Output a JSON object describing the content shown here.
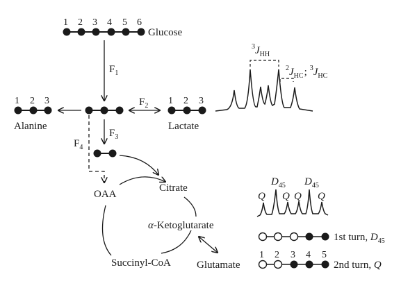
{
  "glucose": {
    "label": "Glucose",
    "carbon_numbers": [
      "1",
      "2",
      "3",
      "4",
      "5",
      "6"
    ]
  },
  "alanine": {
    "label": "Alanine",
    "carbon_numbers": [
      "1",
      "2",
      "3"
    ]
  },
  "lactate": {
    "label": "Lactate",
    "carbon_numbers": [
      "1",
      "2",
      "3"
    ]
  },
  "flux": {
    "f1": "F",
    "f1_sub": "1",
    "f2": "F",
    "f2_sub": "2",
    "f3": "F",
    "f3_sub": "3",
    "f4": "F",
    "f4_sub": "4"
  },
  "tca": {
    "oaa": "OAA",
    "citrate": "Citrate",
    "alpha_prefix": "α",
    "ketoglutarate": "-Ketoglutarate",
    "succinyl_coa": "Succinyl-CoA",
    "glutamate": "Glutamate"
  },
  "nmr": {
    "coupling_hh": {
      "sup": "3",
      "J": "J",
      "sub": "HH"
    },
    "coupling_hc_2": {
      "sup": "2",
      "J": "J",
      "sub": "HC"
    },
    "separator": ";",
    "coupling_hc_3": {
      "sup": "3",
      "J": "J",
      "sub": "HC"
    }
  },
  "glutamate_spectrum": {
    "peaks": [
      "Q",
      "D",
      "Q",
      "Q",
      "D",
      "Q"
    ],
    "d_sub": "45"
  },
  "turns": {
    "first": {
      "label": "1st turn, ",
      "sym": "D",
      "sub": "45"
    },
    "second": {
      "label": "2nd turn, ",
      "sym": "Q"
    },
    "carbon_numbers": [
      "1",
      "2",
      "3",
      "4",
      "5"
    ]
  }
}
